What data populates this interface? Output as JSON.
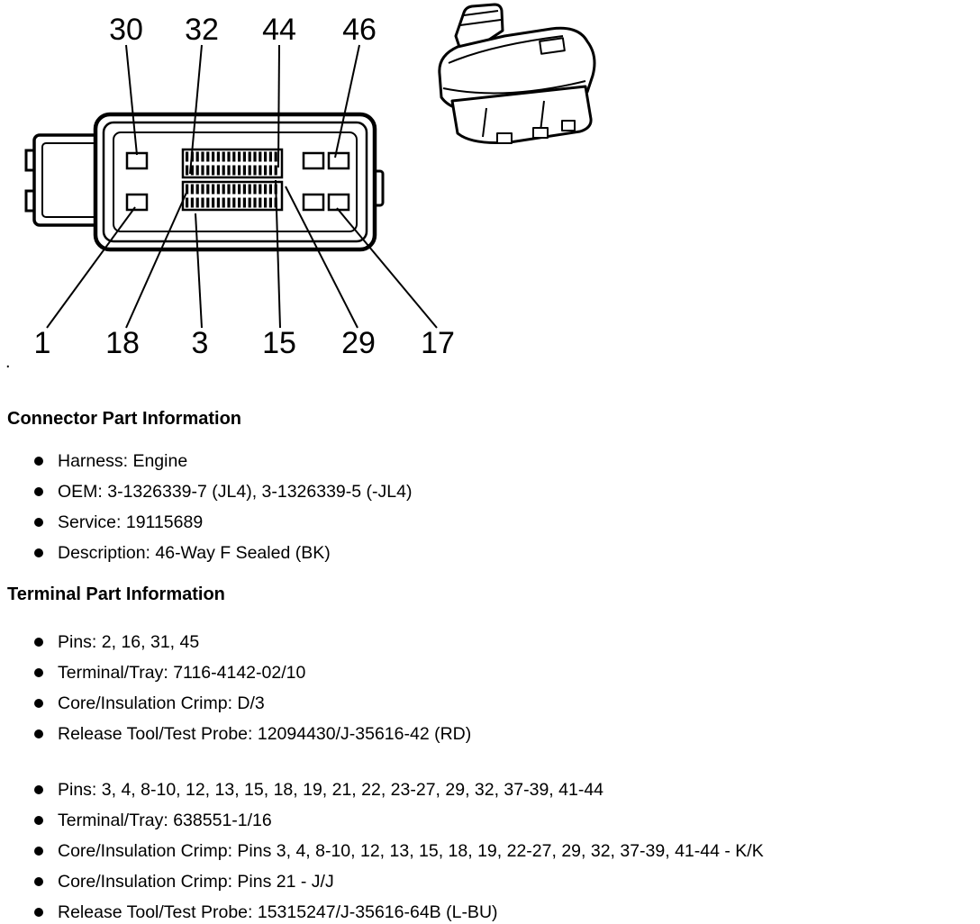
{
  "colors": {
    "ink": "#000000",
    "background": "#ffffff"
  },
  "diagram": {
    "top_callouts": [
      "30",
      "32",
      "44",
      "46"
    ],
    "bottom_callouts": [
      "1",
      "18",
      "3",
      "15",
      "29",
      "17"
    ],
    "stray_period": "."
  },
  "sections": [
    {
      "heading": "Connector Part Information",
      "groups": [
        {
          "items": [
            "Harness: Engine",
            "OEM: 3-1326339-7 (JL4), 3-1326339-5 (-JL4)",
            "Service: 19115689",
            "Description: 46-Way F Sealed (BK)"
          ]
        }
      ]
    },
    {
      "heading": "Terminal Part Information",
      "groups": [
        {
          "items": [
            "Pins: 2, 16, 31, 45",
            "Terminal/Tray: 7116-4142-02/10",
            "Core/Insulation Crimp: D/3",
            "Release Tool/Test Probe: 12094430/J-35616-42 (RD)"
          ]
        },
        {
          "items": [
            "Pins: 3, 4, 8-10, 12, 13, 15, 18, 19, 21, 22, 23-27, 29, 32, 37-39, 41-44",
            "Terminal/Tray: 638551-1/16",
            "Core/Insulation Crimp: Pins 3, 4, 8-10, 12, 13, 15, 18, 19, 22-27, 29, 32, 37-39, 41-44 - K/K",
            "Core/Insulation Crimp: Pins 21 - J/J",
            "Release Tool/Test Probe: 15315247/J-35616-64B (L-BU)"
          ]
        }
      ]
    }
  ]
}
